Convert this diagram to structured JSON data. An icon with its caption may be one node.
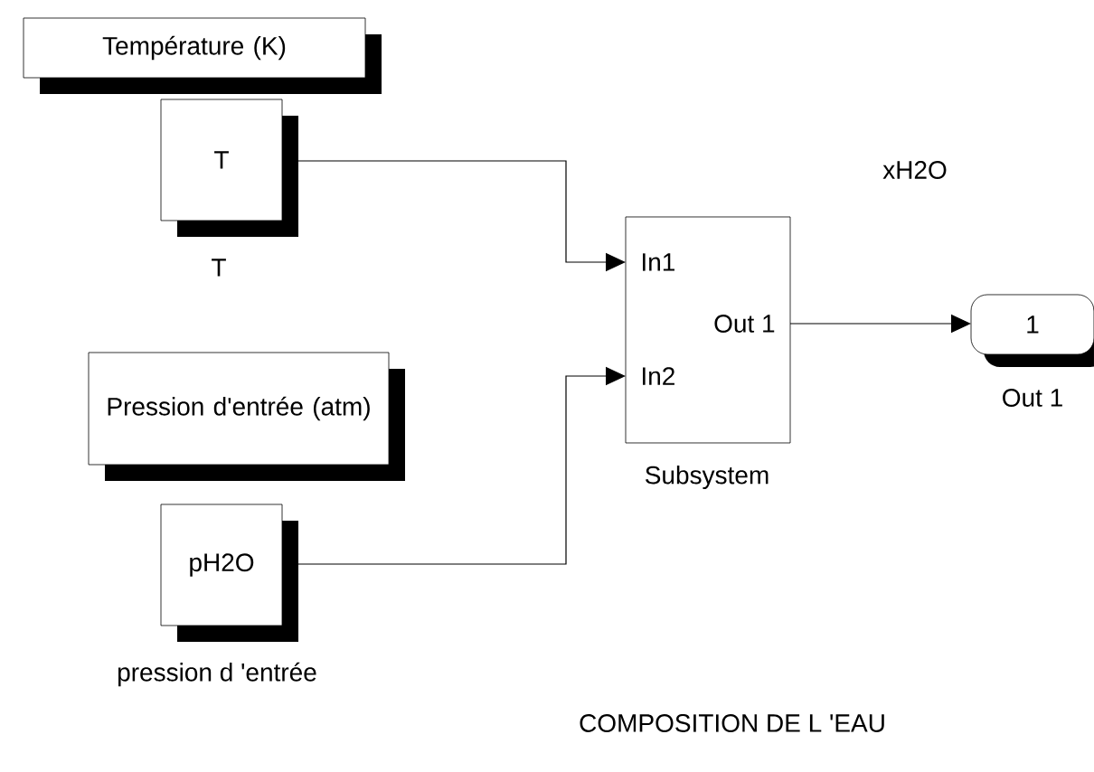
{
  "diagram": {
    "nodes": [
      {
        "text": [
          "Température (K)"
        ]
      },
      {
        "text": [
          "T"
        ],
        "beside": [
          "T"
        ]
      },
      {
        "text": [
          "Pression d'entrée (atm)"
        ]
      },
      {
        "text": [
          "pH2O"
        ],
        "beside": [
          "pression d 'entrée"
        ]
      },
      {
        "text": [
          "In1",
          "Out 1",
          "In2"
        ],
        "beside": [
          "Subsystem"
        ]
      },
      {
        "text": [
          "1"
        ],
        "beside": [
          "Out 1"
        ]
      }
    ],
    "edges": [
      {
        "from": 1,
        "to": 4,
        "arrow": "to"
      },
      {
        "from": 3,
        "to": 4,
        "arrow": "to"
      },
      {
        "from": 4,
        "to": 5,
        "arrow": "to"
      }
    ],
    "labels": [
      "xH2O",
      "COMPOSITION DE L 'EAU"
    ]
  }
}
